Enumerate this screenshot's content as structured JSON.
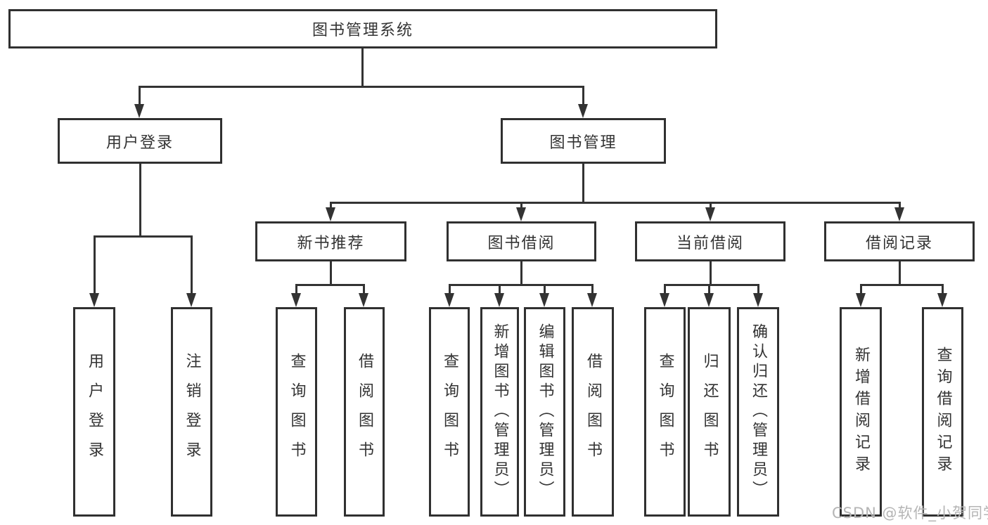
{
  "nodes": {
    "root": "图书管理系统",
    "user_login": "用户登录",
    "book_mgmt": "图书管理",
    "new_book_rec": "新书推荐",
    "book_borrow": "图书借阅",
    "current_borrow": "当前借阅",
    "borrow_records": "借阅记录",
    "leaf_user_login": "用户登录",
    "leaf_logout": "注销登录",
    "leaf_query_book_1": "查询图书",
    "leaf_borrow_book_1": "借阅图书",
    "leaf_query_book_2": "查询图书",
    "leaf_add_book": "新增图书（管理员）",
    "leaf_edit_book": "编辑图书（管理员）",
    "leaf_borrow_book_2": "借阅图书",
    "leaf_query_book_3": "查询图书",
    "leaf_return_book": "归还图书",
    "leaf_confirm_return": "确认归还（管理员）",
    "leaf_add_record": "新增借阅记录",
    "leaf_query_record": "查询借阅记录"
  },
  "watermark": "CSDN @软件_小贺同学",
  "colors": {
    "line": "#333333",
    "box_border": "#303030",
    "text": "#333333",
    "watermark": "#b5b5b5",
    "background": "#ffffff"
  }
}
